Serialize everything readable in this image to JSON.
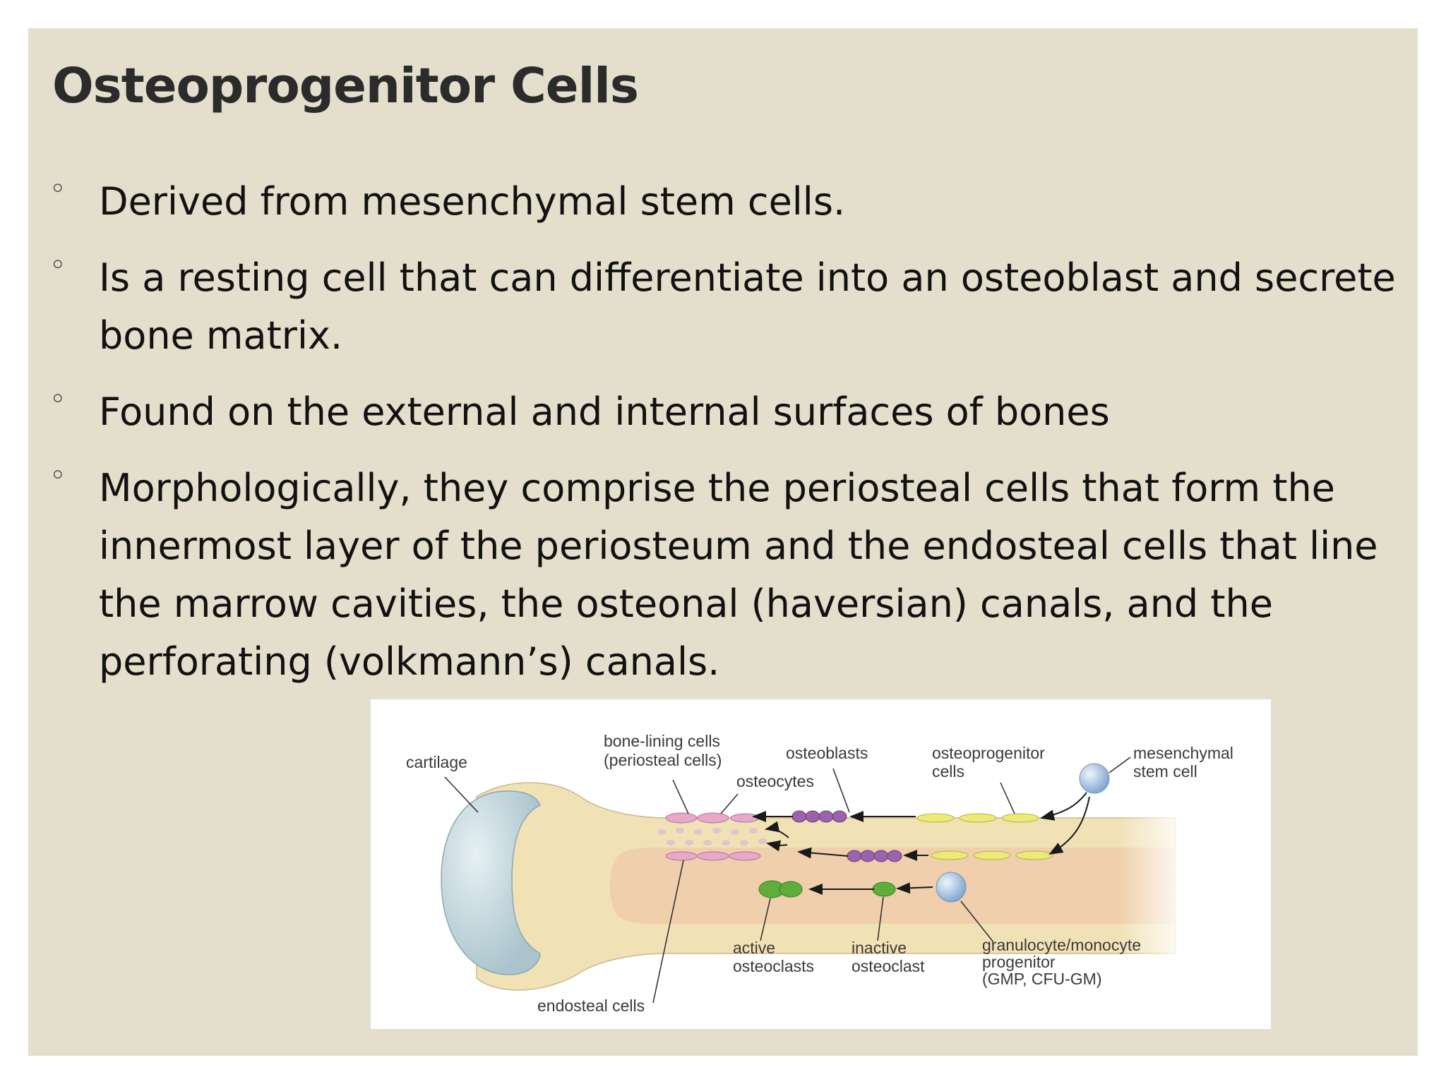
{
  "slide": {
    "title": "Osteoprogenitor Cells",
    "bullet_symbol": "◦",
    "bullets": [
      "Derived from mesenchymal stem cells.",
      "Is a resting cell that can differentiate into an osteoblast and secrete bone matrix.",
      "Found on the external and internal surfaces of bones",
      "Morphologically, they comprise the periosteal cells that form the innermost layer of the periosteum and the endosteal cells that line the marrow cavities, the osteonal (haversian) canals, and the perforating (volkmann’s) canals."
    ]
  },
  "figure": {
    "labels": {
      "cartilage": "cartilage",
      "bone_lining_1": "bone-lining cells",
      "bone_lining_2": "(periosteal cells)",
      "osteocytes": "osteocytes",
      "osteoblasts": "osteoblasts",
      "osteoprogenitor_1": "osteoprogenitor",
      "osteoprogenitor_2": "cells",
      "mesenchymal_1": "mesenchymal",
      "mesenchymal_2": "stem cell",
      "active_1": "active",
      "active_2": "osteoclasts",
      "inactive_1": "inactive",
      "inactive_2": "osteoclast",
      "gmp_1": "granulocyte/monocyte",
      "gmp_2": "progenitor",
      "gmp_3": "(GMP, CFU-GM)",
      "endosteal": "endosteal cells"
    },
    "colors": {
      "background": "#e3dfcc",
      "cartilage": "#c6d8de",
      "bone": "#f1e2b6",
      "marrow": "#efcfac",
      "osteoblast": "#9b62ad",
      "lining_cell": "#e7a9c9",
      "progenitor": "#ecea78",
      "osteoclast": "#5fae3c",
      "stem_cell": "#a9c7e6"
    }
  }
}
